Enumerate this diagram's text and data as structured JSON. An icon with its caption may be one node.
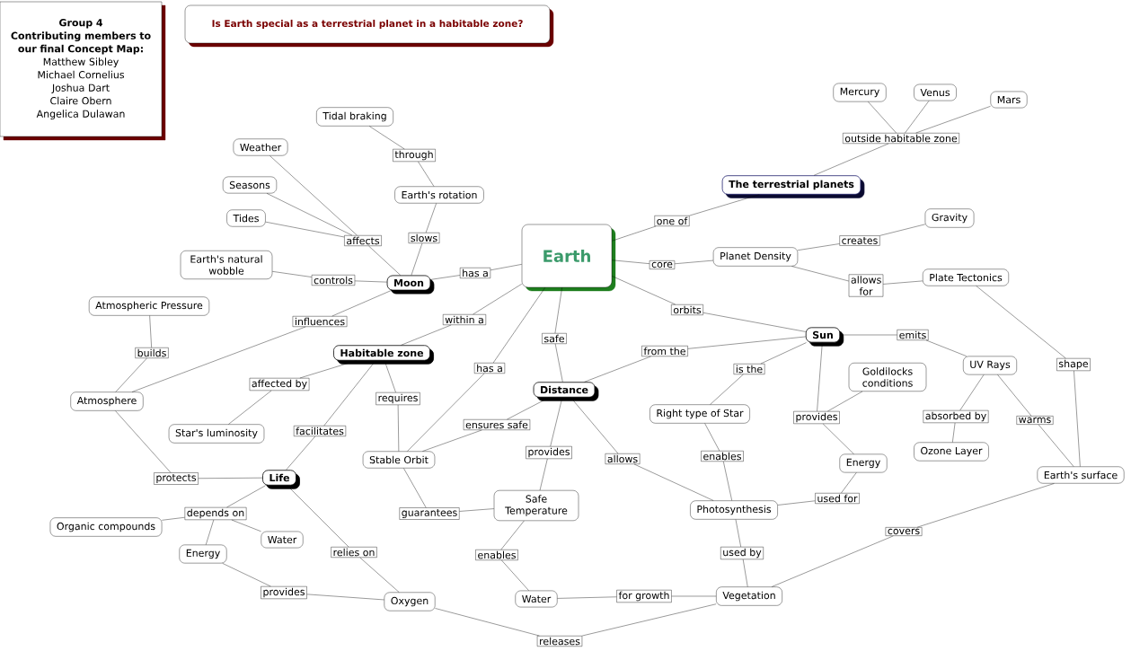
{
  "diagram": {
    "title": "Is Earth special as a terrestrial planet in a habitable zone?",
    "nodes": [
      {
        "text": [
          "Group 4",
          "Contributing members to our final Concept Map:",
          "Matthew Sibley",
          "Michael Cornelius",
          "Joshua Dart",
          "Claire Obern",
          "Angelica Dulawan"
        ]
      },
      {
        "text": [
          "Mercury"
        ]
      },
      {
        "text": [
          "Venus"
        ]
      },
      {
        "text": [
          "Mars"
        ]
      },
      {
        "text": [
          "Tidal braking"
        ]
      },
      {
        "text": [
          "outside habitable zone"
        ]
      },
      {
        "text": [
          "Weather"
        ]
      },
      {
        "text": [
          "through"
        ]
      },
      {
        "text": [
          "Seasons"
        ]
      },
      {
        "text": [
          "The terrestrial planets"
        ]
      },
      {
        "text": [
          "Earth's rotation"
        ]
      },
      {
        "text": [
          "Tides"
        ]
      },
      {
        "text": [
          "Gravity"
        ]
      },
      {
        "text": [
          "one of"
        ]
      },
      {
        "text": [
          "slows"
        ]
      },
      {
        "text": [
          "affects"
        ]
      },
      {
        "text": [
          "creates"
        ]
      },
      {
        "text": [
          "Earth"
        ]
      },
      {
        "text": [
          "Planet Density"
        ]
      },
      {
        "text": [
          "core"
        ]
      },
      {
        "text": [
          "Earth's natural wobble"
        ]
      },
      {
        "text": [
          "has a"
        ]
      },
      {
        "text": [
          "Plate Tectonics"
        ]
      },
      {
        "text": [
          "controls"
        ]
      },
      {
        "text": [
          "Moon"
        ]
      },
      {
        "text": [
          "allows for"
        ]
      },
      {
        "text": [
          "Atmospheric Pressure"
        ]
      },
      {
        "text": [
          "orbits"
        ]
      },
      {
        "text": [
          "within a"
        ]
      },
      {
        "text": [
          "influences"
        ]
      },
      {
        "text": [
          "Sun"
        ]
      },
      {
        "text": [
          "emits"
        ]
      },
      {
        "text": [
          "safe"
        ]
      },
      {
        "text": [
          "from the"
        ]
      },
      {
        "text": [
          "builds"
        ]
      },
      {
        "text": [
          "Habitable zone"
        ]
      },
      {
        "text": [
          "shape"
        ]
      },
      {
        "text": [
          "UV Rays"
        ]
      },
      {
        "text": [
          "has a"
        ]
      },
      {
        "text": [
          "is the"
        ]
      },
      {
        "text": [
          "Goldilocks conditions"
        ]
      },
      {
        "text": [
          "affected by"
        ]
      },
      {
        "text": [
          "Distance"
        ]
      },
      {
        "text": [
          "requires"
        ]
      },
      {
        "text": [
          "Atmosphere"
        ]
      },
      {
        "text": [
          "Right type of Star"
        ]
      },
      {
        "text": [
          "absorbed by"
        ]
      },
      {
        "text": [
          "provides"
        ]
      },
      {
        "text": [
          "warms"
        ]
      },
      {
        "text": [
          "ensures safe"
        ]
      },
      {
        "text": [
          "facilitates"
        ]
      },
      {
        "text": [
          "Star's luminosity"
        ]
      },
      {
        "text": [
          "Ozone Layer"
        ]
      },
      {
        "text": [
          "provides"
        ]
      },
      {
        "text": [
          "enables"
        ]
      },
      {
        "text": [
          "allows"
        ]
      },
      {
        "text": [
          "Stable Orbit"
        ]
      },
      {
        "text": [
          "Energy"
        ]
      },
      {
        "text": [
          "Earth's surface"
        ]
      },
      {
        "text": [
          "Life"
        ]
      },
      {
        "text": [
          "protects"
        ]
      },
      {
        "text": [
          "used for"
        ]
      },
      {
        "text": [
          "Safe Temperature"
        ]
      },
      {
        "text": [
          "Photosynthesis"
        ]
      },
      {
        "text": [
          "depends on"
        ]
      },
      {
        "text": [
          "guarantees"
        ]
      },
      {
        "text": [
          "Organic compounds"
        ]
      },
      {
        "text": [
          "covers"
        ]
      },
      {
        "text": [
          "Water"
        ]
      },
      {
        "text": [
          "relies on"
        ]
      },
      {
        "text": [
          "used by"
        ]
      },
      {
        "text": [
          "Energy"
        ]
      },
      {
        "text": [
          "enables"
        ]
      },
      {
        "text": [
          "provides"
        ]
      },
      {
        "text": [
          "Vegetation"
        ]
      },
      {
        "text": [
          "for growth"
        ]
      },
      {
        "text": [
          "Water"
        ]
      },
      {
        "text": [
          "Oxygen"
        ]
      },
      {
        "text": [
          "releases"
        ]
      }
    ],
    "edges": [
      {
        "from": 24,
        "to": 14,
        "arrow": "none"
      },
      {
        "from": 14,
        "to": 10,
        "arrow": "none"
      },
      {
        "from": 10,
        "to": 7,
        "arrow": "none"
      },
      {
        "from": 7,
        "to": 4,
        "arrow": "none"
      },
      {
        "from": 24,
        "to": 15,
        "arrow": "none"
      },
      {
        "from": 15,
        "to": 6,
        "arrow": "none"
      },
      {
        "from": 15,
        "to": 8,
        "arrow": "none"
      },
      {
        "from": 15,
        "to": 11,
        "arrow": "none"
      },
      {
        "from": 24,
        "to": 23,
        "arrow": "none"
      },
      {
        "from": 23,
        "to": 20,
        "arrow": "none"
      },
      {
        "from": 17,
        "to": 21,
        "arrow": "none"
      },
      {
        "from": 21,
        "to": 24,
        "arrow": "none"
      },
      {
        "from": 17,
        "to": 13,
        "arrow": "none"
      },
      {
        "from": 13,
        "to": 9,
        "arrow": "none"
      },
      {
        "from": 9,
        "to": 5,
        "arrow": "none"
      },
      {
        "from": 5,
        "to": 1,
        "arrow": "none"
      },
      {
        "from": 5,
        "to": 2,
        "arrow": "none"
      },
      {
        "from": 5,
        "to": 3,
        "arrow": "none"
      },
      {
        "from": 17,
        "to": 19,
        "arrow": "none"
      },
      {
        "from": 19,
        "to": 18,
        "arrow": "none"
      },
      {
        "from": 18,
        "to": 16,
        "arrow": "none"
      },
      {
        "from": 16,
        "to": 12,
        "arrow": "none"
      },
      {
        "from": 18,
        "to": 25,
        "arrow": "none"
      },
      {
        "from": 25,
        "to": 22,
        "arrow": "none"
      },
      {
        "from": 22,
        "to": 36,
        "arrow": "none"
      },
      {
        "from": 36,
        "to": 58,
        "arrow": "none"
      },
      {
        "from": 17,
        "to": 27,
        "arrow": "none"
      },
      {
        "from": 27,
        "to": 30,
        "arrow": "none"
      },
      {
        "from": 30,
        "to": 31,
        "arrow": "none"
      },
      {
        "from": 31,
        "to": 37,
        "arrow": "none"
      },
      {
        "from": 37,
        "to": 46,
        "arrow": "none"
      },
      {
        "from": 46,
        "to": 52,
        "arrow": "none"
      },
      {
        "from": 37,
        "to": 48,
        "arrow": "none"
      },
      {
        "from": 48,
        "to": 58,
        "arrow": "none"
      },
      {
        "from": 30,
        "to": 47,
        "arrow": "none"
      },
      {
        "from": 47,
        "to": 40,
        "arrow": "none"
      },
      {
        "from": 47,
        "to": 57,
        "arrow": "none"
      },
      {
        "from": 30,
        "to": 39,
        "arrow": "none"
      },
      {
        "from": 39,
        "to": 45,
        "arrow": "none"
      },
      {
        "from": 45,
        "to": 54,
        "arrow": "none"
      },
      {
        "from": 54,
        "to": 63,
        "arrow": "none"
      },
      {
        "from": 57,
        "to": 61,
        "arrow": "none"
      },
      {
        "from": 61,
        "to": 63,
        "arrow": "none"
      },
      {
        "from": 63,
        "to": 70,
        "arrow": "none"
      },
      {
        "from": 70,
        "to": 74,
        "arrow": "none"
      },
      {
        "from": 74,
        "to": 67,
        "arrow": "none"
      },
      {
        "from": 67,
        "to": 58,
        "arrow": "none"
      },
      {
        "from": 42,
        "to": 33,
        "arrow": "none"
      },
      {
        "from": 33,
        "to": 30,
        "arrow": "none"
      },
      {
        "from": 17,
        "to": 32,
        "arrow": "none"
      },
      {
        "from": 32,
        "to": 42,
        "arrow": "none"
      },
      {
        "from": 42,
        "to": 55,
        "arrow": "none"
      },
      {
        "from": 55,
        "to": 63,
        "arrow": "none"
      },
      {
        "from": 42,
        "to": 53,
        "arrow": "none"
      },
      {
        "from": 53,
        "to": 62,
        "arrow": "none"
      },
      {
        "from": 42,
        "to": 49,
        "arrow": "none"
      },
      {
        "from": 49,
        "to": 56,
        "arrow": "none"
      },
      {
        "from": 17,
        "to": 38,
        "arrow": "none"
      },
      {
        "from": 38,
        "to": 56,
        "arrow": "none"
      },
      {
        "from": 17,
        "to": 28,
        "arrow": "none"
      },
      {
        "from": 28,
        "to": 35,
        "arrow": "none"
      },
      {
        "from": 24,
        "to": 29,
        "arrow": "none"
      },
      {
        "from": 29,
        "to": 44,
        "arrow": "none"
      },
      {
        "from": 44,
        "to": 34,
        "arrow": "none"
      },
      {
        "from": 34,
        "to": 26,
        "arrow": "none"
      },
      {
        "from": 35,
        "to": 41,
        "arrow": "none"
      },
      {
        "from": 41,
        "to": 51,
        "arrow": "none"
      },
      {
        "from": 35,
        "to": 43,
        "arrow": "none"
      },
      {
        "from": 43,
        "to": 56,
        "arrow": "none"
      },
      {
        "from": 35,
        "to": 50,
        "arrow": "none"
      },
      {
        "from": 50,
        "to": 59,
        "arrow": "none"
      },
      {
        "from": 56,
        "to": 65,
        "arrow": "none"
      },
      {
        "from": 65,
        "to": 62,
        "arrow": "none"
      },
      {
        "from": 62,
        "to": 72,
        "arrow": "none"
      },
      {
        "from": 72,
        "to": 76,
        "arrow": "none"
      },
      {
        "from": 76,
        "to": 75,
        "arrow": "none"
      },
      {
        "from": 75,
        "to": 74,
        "arrow": "none"
      },
      {
        "from": 44,
        "to": 60,
        "arrow": "none"
      },
      {
        "from": 60,
        "to": 59,
        "arrow": "none"
      },
      {
        "from": 59,
        "to": 64,
        "arrow": "none"
      },
      {
        "from": 64,
        "to": 66,
        "arrow": "none"
      },
      {
        "from": 64,
        "to": 68,
        "arrow": "none"
      },
      {
        "from": 64,
        "to": 71,
        "arrow": "none"
      },
      {
        "from": 59,
        "to": 69,
        "arrow": "none"
      },
      {
        "from": 69,
        "to": 77,
        "arrow": "none"
      },
      {
        "from": 71,
        "to": 73,
        "arrow": "none"
      },
      {
        "from": 73,
        "to": 77,
        "arrow": "none"
      },
      {
        "from": 77,
        "to": 78,
        "arrow": "none"
      },
      {
        "from": 78,
        "to": 74,
        "arrow": "none"
      }
    ]
  }
}
